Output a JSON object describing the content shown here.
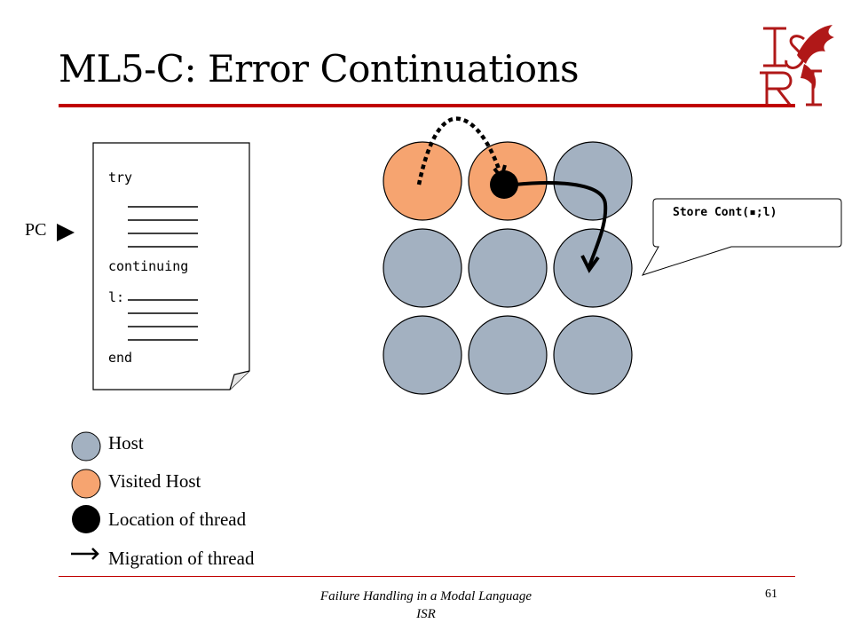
{
  "slide": {
    "title": "ML5-C: Error Continuations",
    "page_number": "61"
  },
  "code_document": {
    "lines": [
      "try",
      "continuing",
      "l:",
      "end"
    ]
  },
  "pc_label": "PC",
  "callout": {
    "text": "Store Cont(▪;l)"
  },
  "grid": {
    "rows": 3,
    "cols": 3,
    "visited": [
      [
        0,
        0
      ],
      [
        0,
        1
      ]
    ],
    "thread_location": [
      0,
      1
    ],
    "colors": {
      "host": "#a3b1c1",
      "visited_host": "#f6a470",
      "thread": "#000000",
      "title_rule": "#c00000"
    }
  },
  "legend": {
    "items": [
      {
        "label": "Host"
      },
      {
        "label": "Visited Host"
      },
      {
        "label": "Location of thread"
      },
      {
        "label": "Migration of thread"
      }
    ]
  },
  "footer": {
    "line1": "Failure Handling in a Modal Language",
    "line2": "ISR"
  },
  "logo": {
    "text": "ISRI"
  }
}
